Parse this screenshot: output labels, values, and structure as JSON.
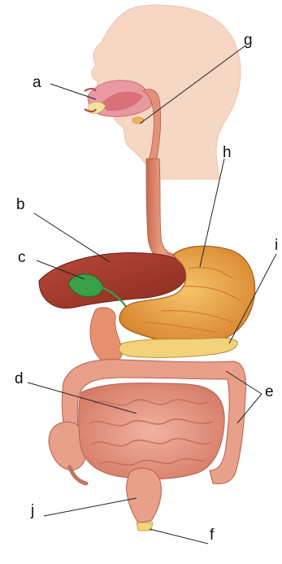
{
  "labels": {
    "a": "a",
    "b": "b",
    "c": "c",
    "d": "d",
    "e": "e",
    "f": "f",
    "g": "g",
    "h": "h",
    "i": "i",
    "j": "j"
  },
  "colors": {
    "skin": "#f6d7c3",
    "tract": "#e2866a",
    "liver": "#a43a2a",
    "gallbladder": "#3aa04a",
    "stomach": "#e9a24a",
    "pancreas": "#f2d27a",
    "intestine": "#e69a86",
    "line": "#222222"
  }
}
